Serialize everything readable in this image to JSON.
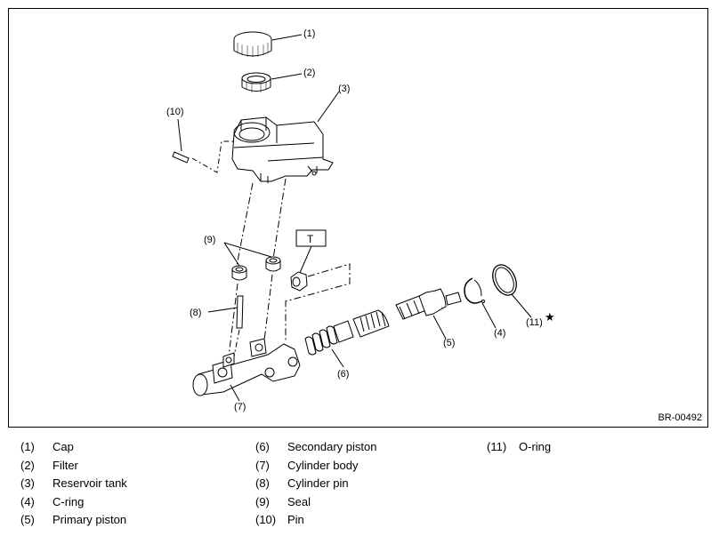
{
  "diagram": {
    "reference_code": "BR-00492",
    "callouts": {
      "c1": "(1)",
      "c2": "(2)",
      "c3": "(3)",
      "c4": "(4)",
      "c5": "(5)",
      "c6": "(6)",
      "c7": "(7)",
      "c8": "(8)",
      "c9": "(9)",
      "c10": "(10)",
      "c11": "(11)"
    },
    "torque_mark": "T",
    "star_mark": "★"
  },
  "legend": {
    "items": [
      {
        "num": "(1)",
        "label": "Cap"
      },
      {
        "num": "(2)",
        "label": "Filter"
      },
      {
        "num": "(3)",
        "label": "Reservoir tank"
      },
      {
        "num": "(4)",
        "label": "C-ring"
      },
      {
        "num": "(5)",
        "label": "Primary piston"
      },
      {
        "num": "(6)",
        "label": "Secondary piston"
      },
      {
        "num": "(7)",
        "label": "Cylinder body"
      },
      {
        "num": "(8)",
        "label": "Cylinder pin"
      },
      {
        "num": "(9)",
        "label": "Seal"
      },
      {
        "num": "(10)",
        "label": "Pin"
      },
      {
        "num": "(11)",
        "label": "O-ring"
      }
    ]
  }
}
